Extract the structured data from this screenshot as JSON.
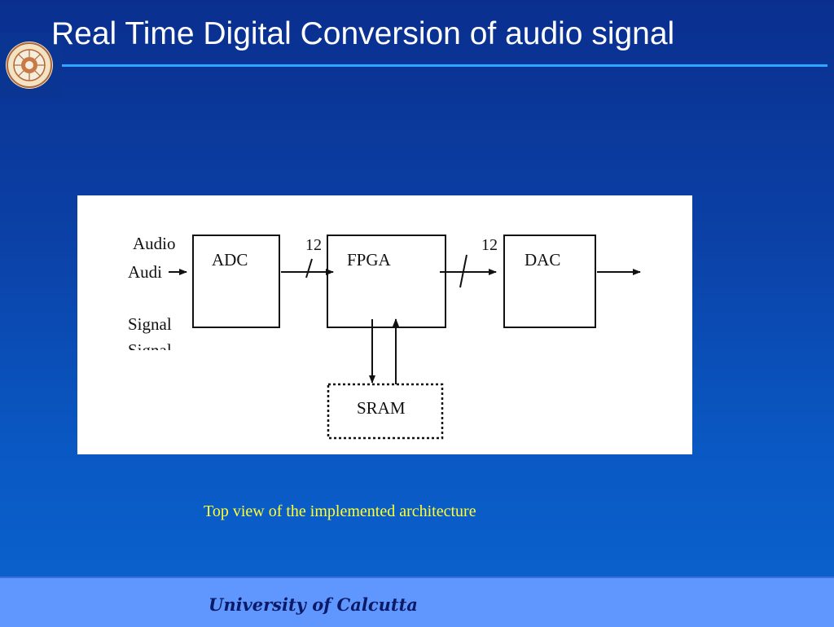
{
  "slide": {
    "title": "Real Time Digital Conversion of  audio signal",
    "caption": "Top view of the implemented architecture",
    "footer": "University of Calcutta"
  },
  "diagram": {
    "input_label_line1": "Audio",
    "input_label_line1_dup": "Audi",
    "input_label_line2": "Signal",
    "input_label_line2_dup": "Signal",
    "blocks": {
      "adc": "ADC",
      "fpga": "FPGA",
      "dac": "DAC",
      "sram": "SRAM"
    },
    "bus_width_1": "12",
    "bus_width_2": "12"
  },
  "colors": {
    "title_rule": "#2ea7ff",
    "caption": "#ffff33",
    "footer_bg": "#5f97ff",
    "footer_text": "#0a1a66"
  }
}
